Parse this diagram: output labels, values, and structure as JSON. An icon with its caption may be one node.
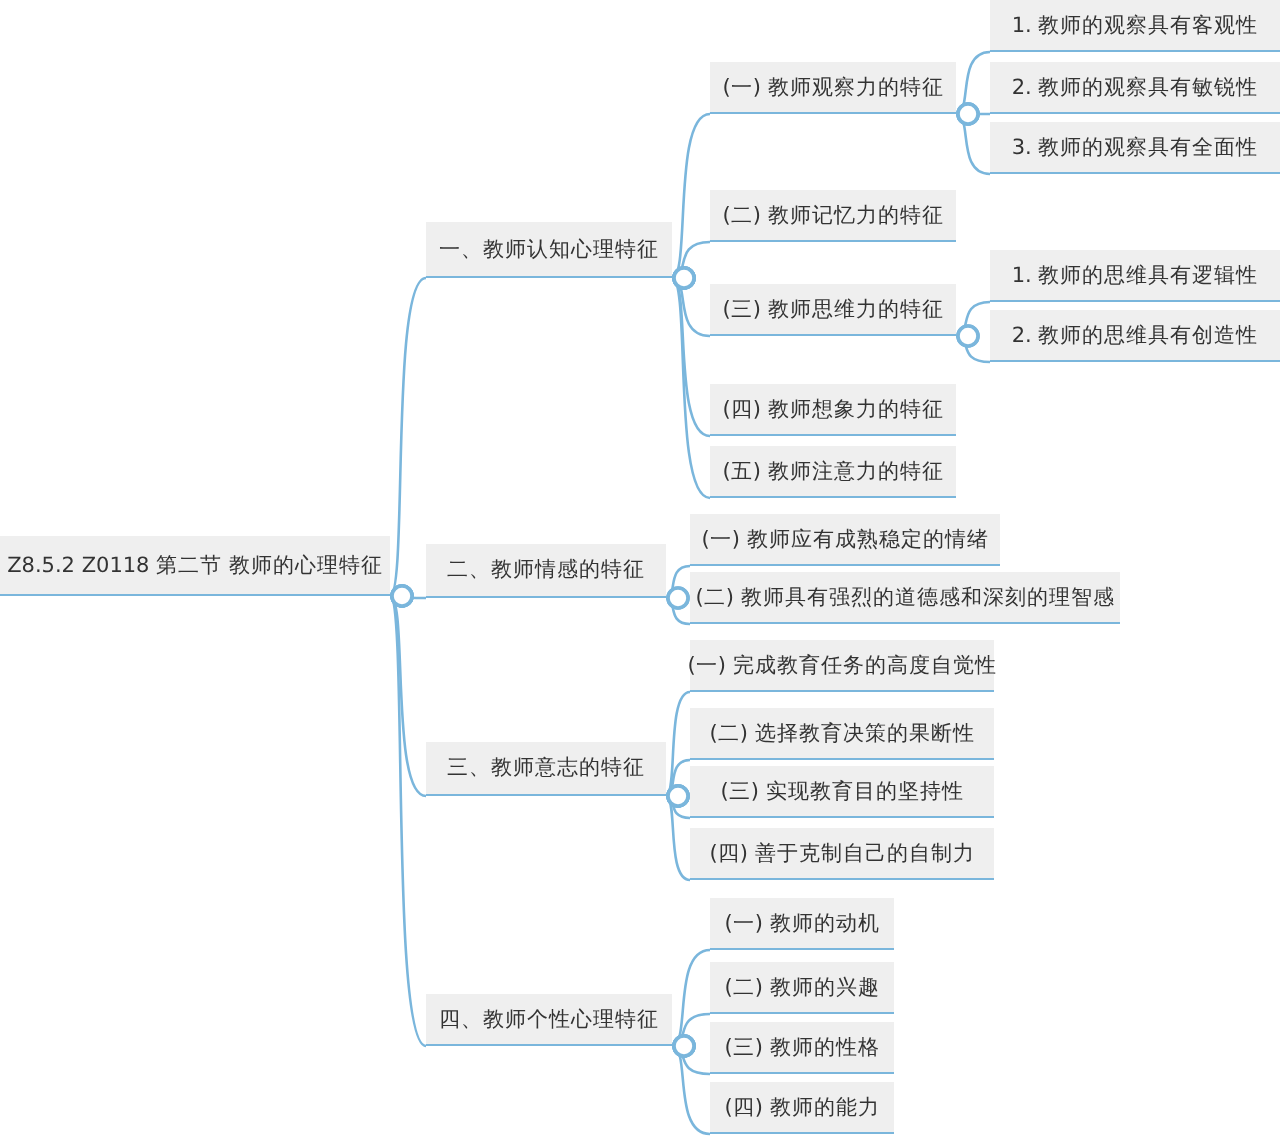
{
  "diagram": {
    "nodes": [
      {
        "text": [
          "Z8.5.2 Z0118 第二节 教师的心理特征"
        ]
      },
      {
        "text": [
          "一、教师认知心理特征"
        ]
      },
      {
        "text": [
          "(一) 教师观察力的特征"
        ]
      },
      {
        "text": [
          "1. 教师的观察具有客观性"
        ]
      },
      {
        "text": [
          "2. 教师的观察具有敏锐性"
        ]
      },
      {
        "text": [
          "3. 教师的观察具有全面性"
        ]
      },
      {
        "text": [
          "(二) 教师记忆力的特征"
        ]
      },
      {
        "text": [
          "(三) 教师思维力的特征"
        ]
      },
      {
        "text": [
          "1. 教师的思维具有逻辑性"
        ]
      },
      {
        "text": [
          "2. 教师的思维具有创造性"
        ]
      },
      {
        "text": [
          "(四) 教师想象力的特征"
        ]
      },
      {
        "text": [
          "(五) 教师注意力的特征"
        ]
      },
      {
        "text": [
          "二、教师情感的特征"
        ]
      },
      {
        "text": [
          "(一) 教师应有成熟稳定的情绪"
        ]
      },
      {
        "text": [
          "(二) 教师具有强烈的道德感和深刻的理智感"
        ]
      },
      {
        "text": [
          "三、教师意志的特征"
        ]
      },
      {
        "text": [
          "(一) 完成教育任务的高度自觉性"
        ]
      },
      {
        "text": [
          "(二) 选择教育决策的果断性"
        ]
      },
      {
        "text": [
          "(三) 实现教育目的坚持性"
        ]
      },
      {
        "text": [
          "(四) 善于克制自己的自制力"
        ]
      },
      {
        "text": [
          "四、教师个性心理特征"
        ]
      },
      {
        "text": [
          "(一) 教师的动机"
        ]
      },
      {
        "text": [
          "(二) 教师的兴趣"
        ]
      },
      {
        "text": [
          "(三) 教师的性格"
        ]
      },
      {
        "text": [
          "(四) 教师的能力"
        ]
      }
    ],
    "edges": [
      {
        "from": 0,
        "to": 1,
        "arrow": "other"
      },
      {
        "from": 0,
        "to": 12,
        "arrow": "other"
      },
      {
        "from": 0,
        "to": 15,
        "arrow": "other"
      },
      {
        "from": 0,
        "to": 20,
        "arrow": "other"
      },
      {
        "from": 1,
        "to": 2,
        "arrow": "other"
      },
      {
        "from": 1,
        "to": 6,
        "arrow": "other"
      },
      {
        "from": 1,
        "to": 7,
        "arrow": "other"
      },
      {
        "from": 1,
        "to": 10,
        "arrow": "other"
      },
      {
        "from": 1,
        "to": 11,
        "arrow": "other"
      },
      {
        "from": 2,
        "to": 3,
        "arrow": "other"
      },
      {
        "from": 2,
        "to": 4,
        "arrow": "other"
      },
      {
        "from": 2,
        "to": 5,
        "arrow": "other"
      },
      {
        "from": 7,
        "to": 8,
        "arrow": "other"
      },
      {
        "from": 7,
        "to": 9,
        "arrow": "other"
      },
      {
        "from": 12,
        "to": 13,
        "arrow": "other"
      },
      {
        "from": 12,
        "to": 14,
        "arrow": "other"
      },
      {
        "from": 15,
        "to": 16,
        "arrow": "other"
      },
      {
        "from": 15,
        "to": 17,
        "arrow": "other"
      },
      {
        "from": 15,
        "to": 18,
        "arrow": "other"
      },
      {
        "from": 15,
        "to": 19,
        "arrow": "other"
      },
      {
        "from": 20,
        "to": 21,
        "arrow": "other"
      },
      {
        "from": 20,
        "to": 22,
        "arrow": "other"
      },
      {
        "from": 20,
        "to": 23,
        "arrow": "other"
      },
      {
        "from": 20,
        "to": 24,
        "arrow": "other"
      }
    ]
  }
}
